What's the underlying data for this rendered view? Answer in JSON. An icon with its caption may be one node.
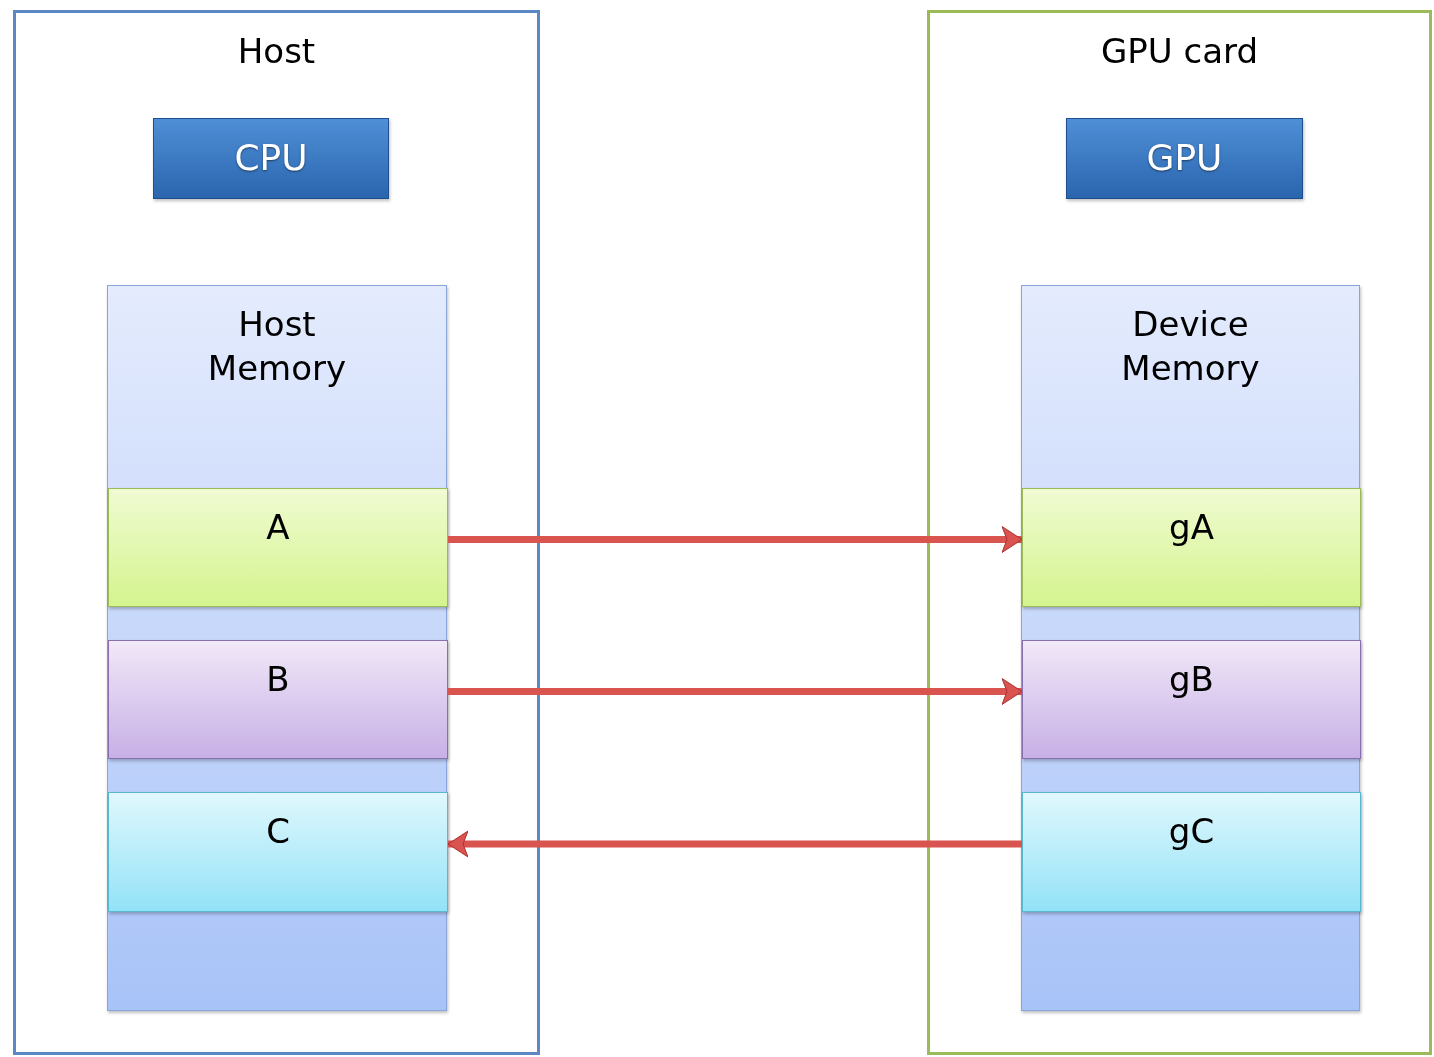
{
  "diagram": {
    "nodes": [
      {
        "text": [
          "Host"
        ]
      },
      {
        "text": [
          "CPU"
        ],
        "in": 0
      },
      {
        "text": [
          "Host Memory"
        ],
        "in": 0
      },
      {
        "text": [
          "A"
        ],
        "in": 2
      },
      {
        "text": [
          "B"
        ],
        "in": 2
      },
      {
        "text": [
          "C"
        ],
        "in": 2
      },
      {
        "text": [
          "GPU card"
        ]
      },
      {
        "text": [
          "GPU"
        ],
        "in": 6
      },
      {
        "text": [
          "Device Memory"
        ],
        "in": 6
      },
      {
        "text": [
          "gA"
        ],
        "in": 8
      },
      {
        "text": [
          "gB"
        ],
        "in": 8
      },
      {
        "text": [
          "gC"
        ],
        "in": 8
      }
    ],
    "edges": [
      {
        "from": 3,
        "to": 9,
        "arrow": "to"
      },
      {
        "from": 4,
        "to": 10,
        "arrow": "to"
      },
      {
        "from": 11,
        "to": 5,
        "arrow": "to"
      }
    ]
  }
}
